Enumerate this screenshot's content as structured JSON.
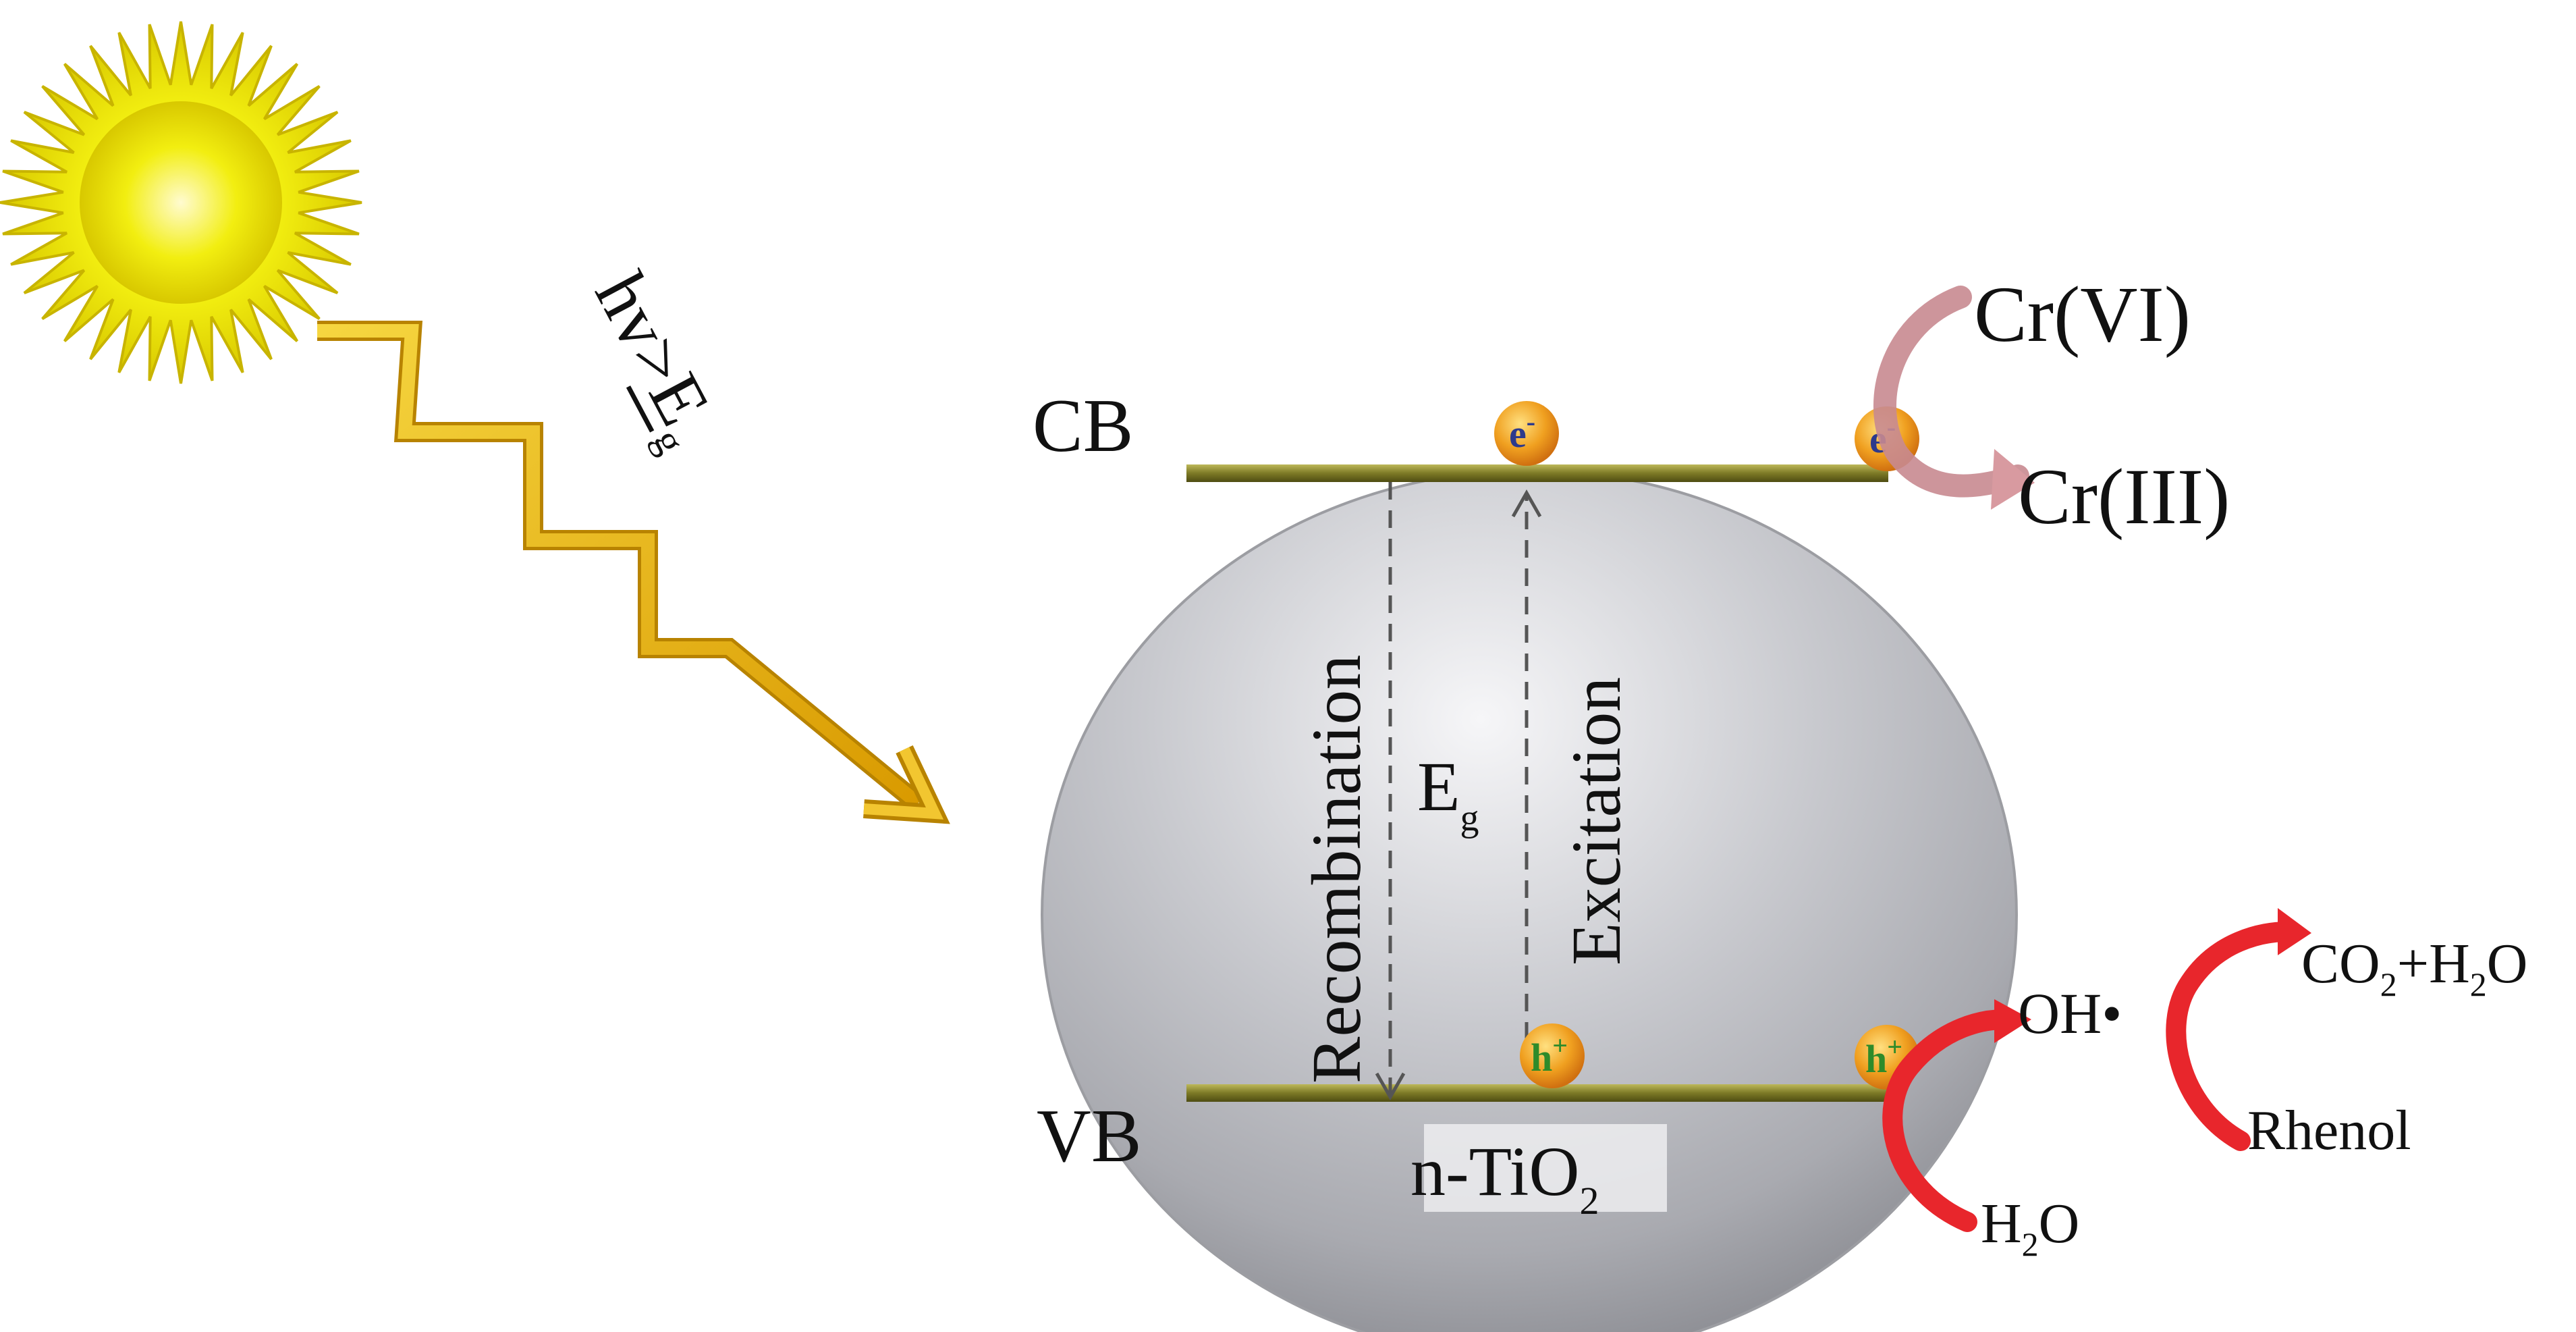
{
  "light": {
    "label_main": "hv>E",
    "label_sub": "g"
  },
  "bands": {
    "cb_label": "CB",
    "vb_label": "VB"
  },
  "gap": {
    "recombination_label": "Recombination",
    "excitation_label": "Excitation",
    "eg_main": "E",
    "eg_sub": "g"
  },
  "carriers": {
    "electron": "e",
    "electron_sup": "-",
    "hole": "h",
    "hole_sup": "+"
  },
  "particle": {
    "name_main": "n-TiO",
    "name_sub": "2"
  },
  "reduction": {
    "reactant": "Cr(VI)",
    "product": "Cr(III)"
  },
  "oxidation": {
    "water_main": "H",
    "water_sub": "2",
    "water_tail": "O",
    "radical": "OH•",
    "pollutant": "Rhenol",
    "products_co": "CO",
    "products_co_sub": "2",
    "products_plus_h": "+H",
    "products_h_sub": "2",
    "products_o": "O"
  },
  "colors": {
    "sun_fill": "#f2ee10",
    "sun_edge": "#c8b400",
    "wave": "#e8b900",
    "band_line": "#7d7a26",
    "sphere_light": "#f4f4f6",
    "sphere_dark": "#8c8d93",
    "carrier_orange": "#f0a020",
    "cr_arrow": "#c88a90",
    "red_arrow": "#e8262c"
  }
}
